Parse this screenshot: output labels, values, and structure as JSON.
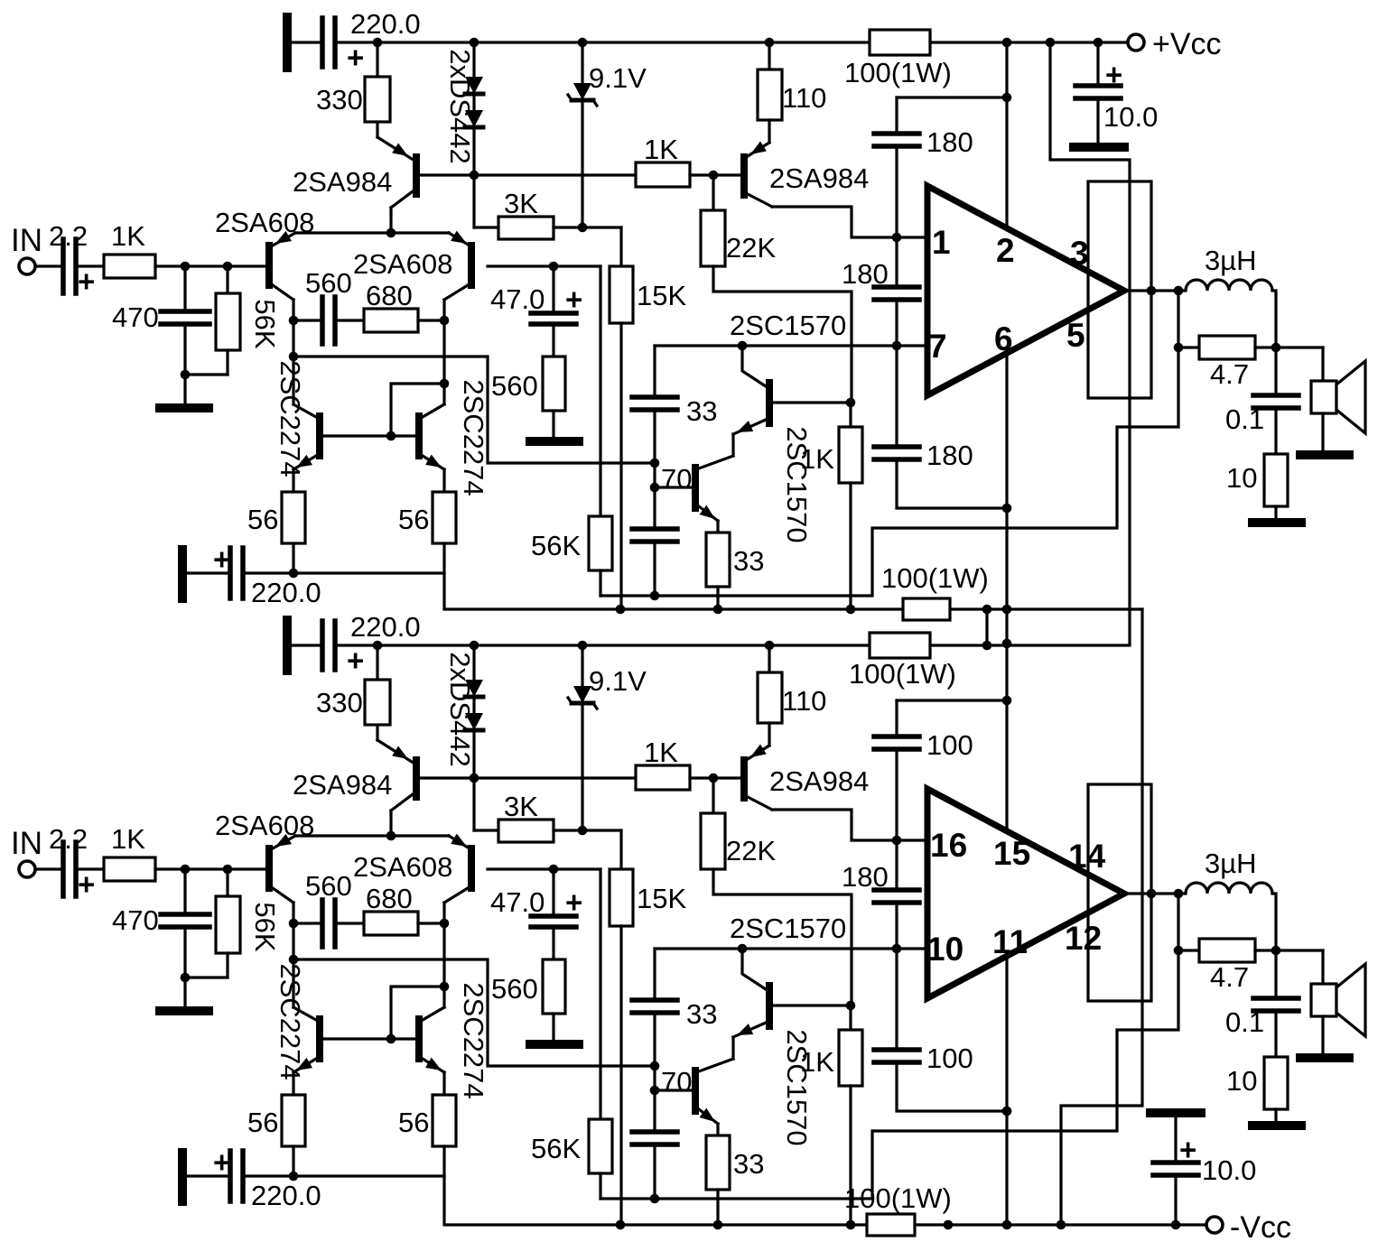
{
  "shared": {
    "plus": "+"
  },
  "channels": [
    {
      "input_label": "IN",
      "supply": "+Vcc",
      "input_cap": "2.2",
      "input_res": "1K",
      "shunt_cap": "470",
      "bias_res": "56K",
      "diff1": "2SA608",
      "diff2": "2SA608",
      "comp_cap": "560",
      "comp_res": "680",
      "tail_tr": "2SA984",
      "tail_res": "330",
      "rail_cap": "220.0",
      "diodes": "2xDS442",
      "zener": "9.1V",
      "bias2": "3K",
      "bias3": "1K",
      "vas_tr": "2SA984",
      "vas_eres": "110",
      "vas_lres": "22K",
      "vas_res15": "15K",
      "nfb_cap": "47.0",
      "nfb_res": "560",
      "mirror1": "2SC2274",
      "mirror2": "2SC2274",
      "mres1": "56",
      "mres2": "56",
      "mirror_cap": "220.0",
      "drv1": "2SC1570",
      "drv2": "2SC1570",
      "drv_cap": "33",
      "fb_cap2": "70",
      "fb_res56": "56K",
      "drv_res": "33",
      "drv_res2": "1K",
      "ic_cap1": "180",
      "ic_cap2": "180",
      "ic_cap3": "180",
      "rail_res": "100(1W)",
      "mid_res": "100(1W)",
      "pins": [
        "1",
        "2",
        "3",
        "7",
        "6",
        "5"
      ],
      "inductor": "3µH",
      "zobel_res": "4.7",
      "zobel_cap": "0.1",
      "out_res": "10",
      "dec_cap": "10.0"
    },
    {
      "input_label": "IN",
      "supply": "-Vcc",
      "input_cap": "2.2",
      "input_res": "1K",
      "shunt_cap": "470",
      "bias_res": "56K",
      "diff1": "2SA608",
      "diff2": "2SA608",
      "comp_cap": "560",
      "comp_res": "680",
      "tail_tr": "2SA984",
      "tail_res": "330",
      "rail_cap": "220.0",
      "diodes": "2xDS442",
      "zener": "9.1V",
      "bias2": "3K",
      "bias3": "1K",
      "vas_tr": "2SA984",
      "vas_eres": "110",
      "vas_lres": "22K",
      "vas_res15": "15K",
      "nfb_cap": "47.0",
      "nfb_res": "560",
      "mirror1": "2SC2274",
      "mirror2": "2SC2274",
      "mres1": "56",
      "mres2": "56",
      "mirror_cap": "220.0",
      "drv1": "2SC1570",
      "drv2": "2SC1570",
      "drv_cap": "33",
      "fb_cap2": "70",
      "fb_res56": "56K",
      "drv_res": "33",
      "drv_res2": "1K",
      "ic_cap1": "100",
      "ic_cap2": "180",
      "ic_cap3": "100",
      "rail_res": "100(1W)",
      "mid_res": "100(1W)",
      "pins": [
        "16",
        "15",
        "14",
        "10",
        "11",
        "12"
      ],
      "inductor": "3µH",
      "zobel_res": "4.7",
      "zobel_cap": "0.1",
      "out_res": "10",
      "dec_cap": "10.0"
    }
  ]
}
